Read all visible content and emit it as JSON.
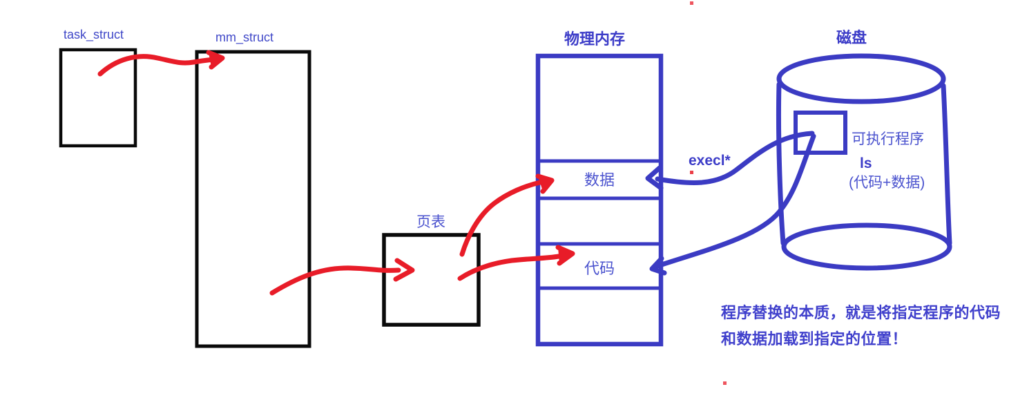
{
  "diagram": {
    "task_struct": {
      "label": "task_struct"
    },
    "mm_struct": {
      "label": "mm_struct"
    },
    "page_table": {
      "label": "页表"
    },
    "physical_memory": {
      "title": "物理内存",
      "data_row": "数据",
      "code_row": "代码"
    },
    "disk": {
      "title": "磁盘",
      "executable_label": "可执行程序",
      "program_name": "ls",
      "program_contents": "(代码+数据)"
    },
    "execl_label": "execl*",
    "note": {
      "line1": "程序替换的本质，就是将指定程序的代码",
      "line2": "和数据加载到指定的位置！"
    }
  },
  "colors": {
    "ink_blue": "#3b3bc3",
    "bold_text_blue": "#3c3cc8",
    "label_blue": "#4a52ce",
    "struct_label_blue": "#4048c8",
    "red": "#e81c28",
    "black": "#0a0a0a",
    "background": "#ffffff"
  }
}
